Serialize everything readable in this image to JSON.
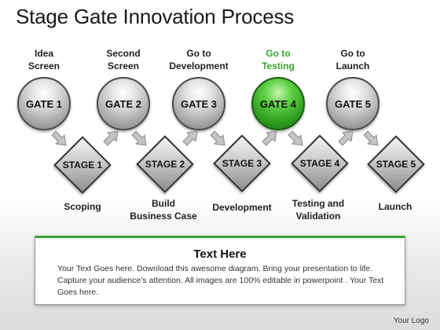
{
  "title": "Stage Gate Innovation Process",
  "gates": [
    {
      "label_line1": "Idea",
      "label_line2": "Screen",
      "name": "GATE 1",
      "active": false
    },
    {
      "label_line1": "Second",
      "label_line2": "Screen",
      "name": "GATE 2",
      "active": false
    },
    {
      "label_line1": "Go to",
      "label_line2": "Development",
      "name": "GATE 3",
      "active": false
    },
    {
      "label_line1": "Go to",
      "label_line2": "Testing",
      "name": "GATE 4",
      "active": true
    },
    {
      "label_line1": "Go to",
      "label_line2": "Launch",
      "name": "GATE 5",
      "active": false
    }
  ],
  "stages": [
    {
      "name": "STAGE 1",
      "label_line1": "Scoping",
      "label_line2": ""
    },
    {
      "name": "STAGE 2",
      "label_line1": "Build",
      "label_line2": "Business Case"
    },
    {
      "name": "STAGE 3",
      "label_line1": "Development",
      "label_line2": ""
    },
    {
      "name": "STAGE 4",
      "label_line1": "Testing and",
      "label_line2": "Validation"
    },
    {
      "name": "STAGE 5",
      "label_line1": "Launch",
      "label_line2": ""
    }
  ],
  "textbox": {
    "title": "Text Here",
    "body": "Your Text Goes here. Download this awesome diagram. Bring your presentation to life. Capture your audience’s attention. All images are 100% editable in powerpoint . Your Text Goes here."
  },
  "logo": "Your Logo",
  "colors": {
    "accent": "#3aa335",
    "gate_fill": "#a8a8a8",
    "active_gate_fill": "#2c9a1e",
    "arrow_fill": "#c4c4c4"
  }
}
